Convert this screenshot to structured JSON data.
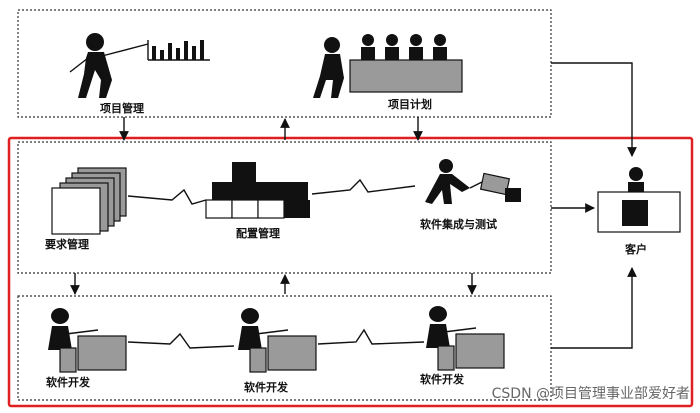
{
  "labels": {
    "project_management": "项目管理",
    "project_plan": "项目计划",
    "requirements_management": "要求管理",
    "configuration_management": "配置管理",
    "integration_testing": "软件集成与测试",
    "customer": "客户",
    "dev1": "软件开发",
    "dev2": "软件开发",
    "dev3": "软件开发"
  },
  "watermark": "CSDN @项目管理事业部爱好者",
  "colors": {
    "highlight_border": "#e02020",
    "line": "#111111"
  },
  "icons": {
    "manager": "pointing-person-icon",
    "chart": "bar-chart-icon",
    "meeting": "meeting-table-icon",
    "documents": "document-stack-icon",
    "blocks": "block-stack-icon",
    "lifting": "lifting-person-icon",
    "customer": "customer-desk-icon",
    "developer": "developer-at-computer-icon"
  }
}
